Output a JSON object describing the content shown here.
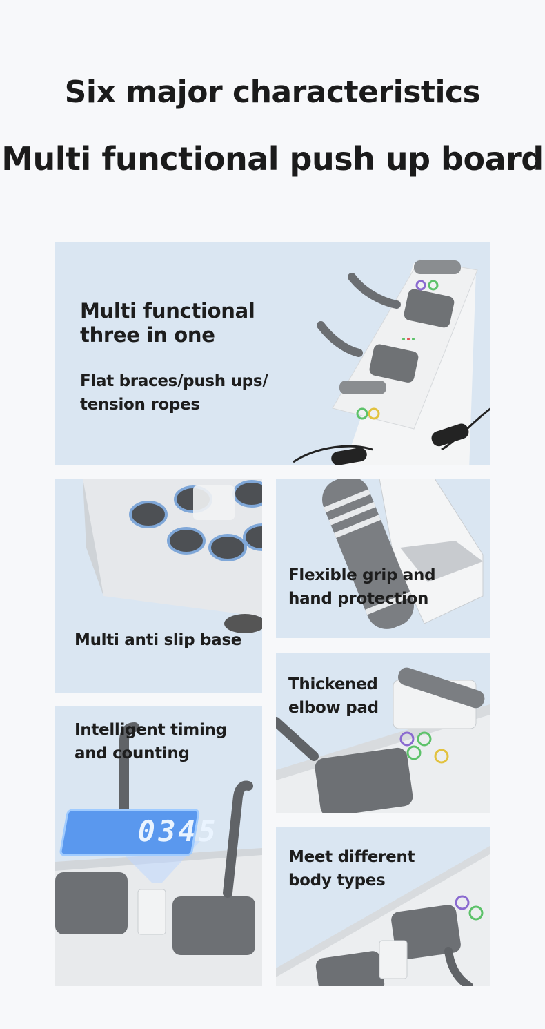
{
  "header": {
    "line1": "Six major characteristics",
    "line2": "Multi functional push up board"
  },
  "features": {
    "three_in_one": {
      "title_line1": "Multi functional",
      "title_line2": "three in one",
      "desc_line1": "Flat braces/push ups/",
      "desc_line2": "tension ropes"
    },
    "anti_slip": {
      "line1": "Multi anti slip base"
    },
    "grip": {
      "line1": "Flexible grip and",
      "line2": "hand protection"
    },
    "timing": {
      "line1": "Intelligent timing",
      "line2": "and counting"
    },
    "elbow_pad": {
      "line1": "Thickened",
      "line2": "elbow pad"
    },
    "body_types": {
      "line1": "Meet different",
      "line2": "body types"
    }
  },
  "display_reading": "0345"
}
